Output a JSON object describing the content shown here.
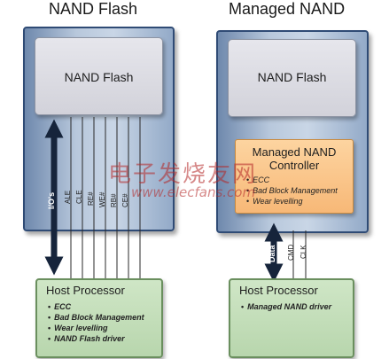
{
  "left": {
    "title": "NAND Flash",
    "chip_label": "NAND Flash",
    "bus_label": "I/O's",
    "pins": [
      "ALE",
      "CLE",
      "RE#",
      "WE#",
      "RB#",
      "CE#"
    ],
    "host_title": "Host Processor",
    "host_items": [
      "ECC",
      "Bad Block Management",
      "Wear levelling",
      "NAND Flash driver"
    ]
  },
  "right": {
    "title": "Managed NAND",
    "chip_label": "NAND Flash",
    "controller_title_1": "Managed NAND",
    "controller_title_2": "Controller",
    "controller_items": [
      "ECC",
      "Bad Block Management",
      "Wear levelling"
    ],
    "bus_label": "Data",
    "pins": [
      "CMD",
      "CLK"
    ],
    "host_title": "Host Processor",
    "host_items": [
      "Managed NAND driver"
    ]
  },
  "watermark": {
    "cn_text": "电子发烧友网",
    "url": "www.elecfans.com"
  },
  "colors": {
    "panel_border": "#2f4b75",
    "controller_fill": "#f7b877",
    "host_fill": "#b8d6ad",
    "arrow": "#16243b"
  }
}
